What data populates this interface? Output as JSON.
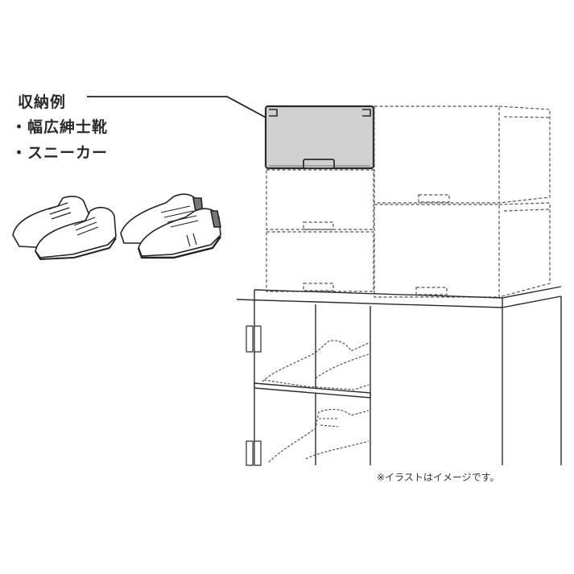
{
  "callout": {
    "title": "収納例",
    "items": [
      "・幅広紳士靴",
      "・スニーカー"
    ]
  },
  "note": "※イラストはイメージです。",
  "illustrations": {
    "shoe_left": "dress-shoe-icon",
    "shoe_right": "sneaker-icon",
    "storage": "stacked-shoe-boxes",
    "cabinet": "shoe-cabinet"
  },
  "colors": {
    "highlight_box": "#d0d0d0",
    "line": "#2a2a2a",
    "dashed": "#555555"
  }
}
